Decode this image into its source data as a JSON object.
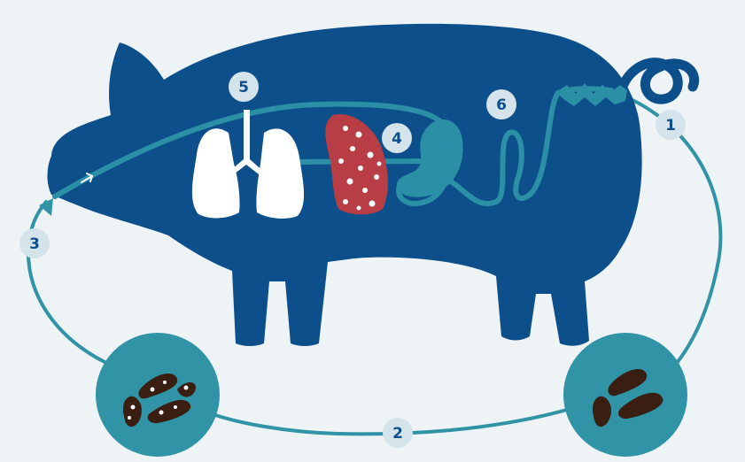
{
  "diagram": {
    "steps": [
      {
        "label": "1"
      },
      {
        "label": "2"
      },
      {
        "label": "3"
      },
      {
        "label": "4"
      },
      {
        "label": "5"
      },
      {
        "label": "6"
      }
    ],
    "colors": {
      "background": "#eef3f6",
      "pig_body": "#0d4f8b",
      "cycle_teal": "#3193a6",
      "tract_teal": "#2b8fa6",
      "lungs": "#ffffff",
      "liver": "#b83d45",
      "feces": "#3a1e12",
      "badge_fill": "#d5e3ea",
      "badge_text": "#0d4f8b"
    },
    "icons": {
      "pig": "pig-silhouette-icon",
      "lungs": "lungs-icon",
      "liver": "liver-icon",
      "stomach": "stomach-icon",
      "intestine": "intestine-icon",
      "feces_with_eggs": "feces-with-eggs-icon",
      "feces": "feces-icon"
    }
  }
}
